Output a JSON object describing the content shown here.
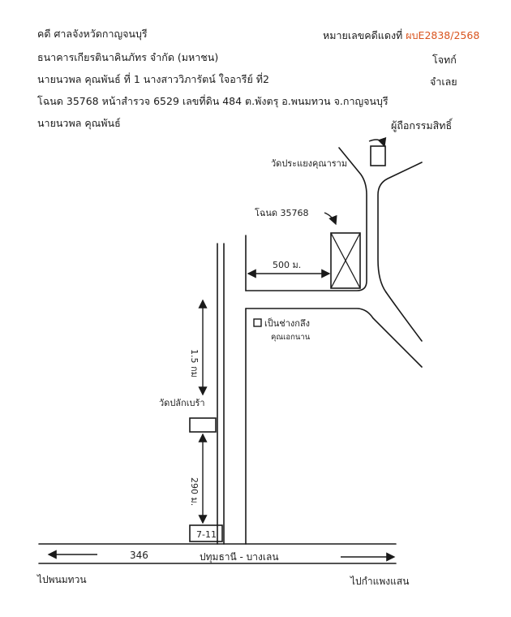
{
  "header": {
    "court_line": "คดี ศาลจังหวัดกาญจนบุรี",
    "red_case_label": "หมายเลขคดีแดงที่",
    "red_case_number": "ผบE2838/2568",
    "plaintiff_name": "ธนาคารเกียรตินาคินภัทร จำกัด (มหาชน)",
    "plaintiff_role": "โจทก์",
    "defendant_names": "นายนวพล คุณพันธ์ ที่ 1 นางสาววิภารัตน์ ใจอารีย์ ที่2",
    "defendant_role": "จำเลย",
    "deed_line": "โฉนด 35768 หน้าสำรวจ 6529 เลขที่ดิน 484 ต.พังตรุ อ.พนมทวน จ.กาญจนบุรี",
    "owner_name": "นายนวพล คุณพันธ์",
    "owner_role": "ผู้ถือกรรมสิทธิ์"
  },
  "map": {
    "temple_top": "วัดประแยงคุณาราม",
    "deed_label": "โฉนด 35768",
    "distance_500": "500 ม.",
    "shop": "เป็นช่างกลึง",
    "shop_sub": "คุณเอกนาน",
    "distance_15km": "1.5 กม",
    "temple_mid": "วัดปลักเบร้า",
    "distance_290": "290 ม.",
    "store": "7-11",
    "road_number": "346",
    "road_name": "ปทุมธานี - บางเลน",
    "dir_left": "ไปพนมทวน",
    "dir_right": "ไปกำแพงแสน"
  }
}
